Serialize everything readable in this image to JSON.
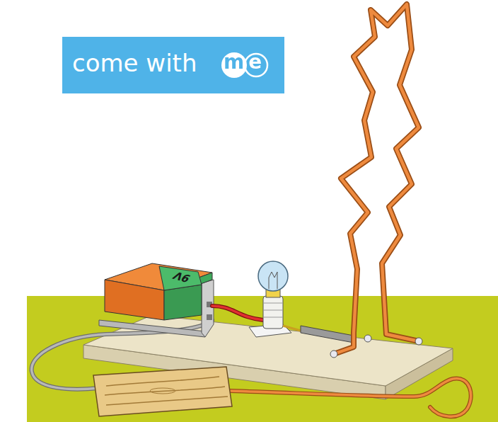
{
  "diagram": {
    "nodes": [
      {
        "text": [
          "come with",
          "me"
        ]
      }
    ],
    "labels": [
      "9V"
    ]
  }
}
